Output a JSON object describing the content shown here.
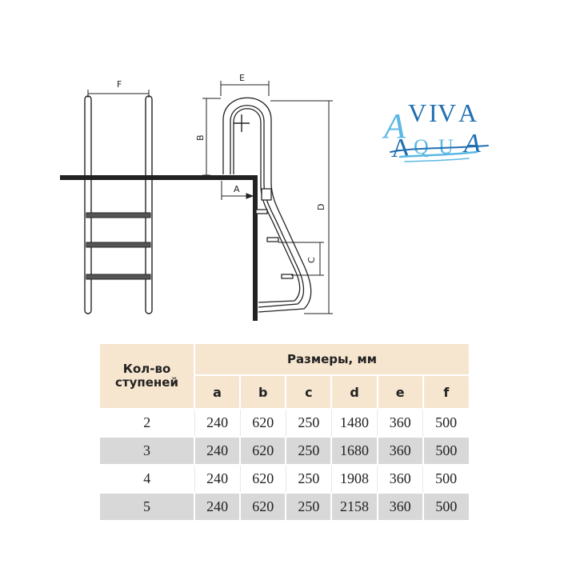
{
  "logo": {
    "name": "AvivAqua",
    "top_letters": [
      "A",
      "V",
      "I",
      "V",
      "A"
    ],
    "bottom_letters": [
      "A",
      "Q",
      "U",
      "A"
    ],
    "colors": {
      "primary": "#1f6fb2",
      "light": "#5bb8e4"
    }
  },
  "diagram": {
    "labels": {
      "a": "A",
      "b": "B",
      "c": "C",
      "d": "D",
      "e": "E",
      "f": "F"
    }
  },
  "table": {
    "steps_header_line1": "Кол-во",
    "steps_header_line2": "ступеней",
    "sizes_header": "Размеры, мм",
    "columns": [
      "a",
      "b",
      "c",
      "d",
      "e",
      "f"
    ],
    "rows": [
      {
        "steps": "2",
        "values": [
          "240",
          "620",
          "250",
          "1480",
          "360",
          "500"
        ]
      },
      {
        "steps": "3",
        "values": [
          "240",
          "620",
          "250",
          "1680",
          "360",
          "500"
        ]
      },
      {
        "steps": "4",
        "values": [
          "240",
          "620",
          "250",
          "1908",
          "360",
          "500"
        ]
      },
      {
        "steps": "5",
        "values": [
          "240",
          "620",
          "250",
          "2158",
          "360",
          "500"
        ]
      }
    ],
    "colors": {
      "header_bg": "#f7e6cf",
      "stripe_bg": "#d8d8d8"
    }
  }
}
